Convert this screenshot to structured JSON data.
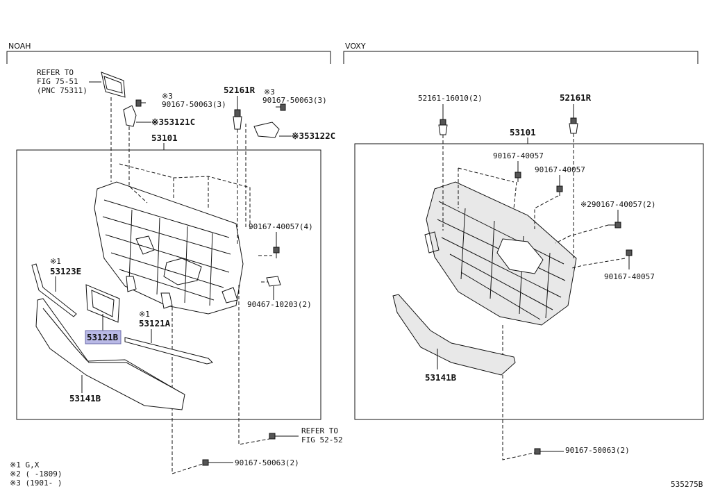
{
  "sections": {
    "noah": {
      "label": "NOAH"
    },
    "voxy": {
      "label": "VOXY"
    }
  },
  "noah": {
    "refer_top": [
      "REFER TO",
      "FIG 75-51",
      "(PNC 75311)"
    ],
    "note3_a": "※3",
    "bolt_a": "90167-50063(3)",
    "part_53121C": "※353121C",
    "clip_52161R": "52161R",
    "note3_b": "※3",
    "bolt_b": "90167-50063(3)",
    "part_53122C": "※353122C",
    "part_53101": "53101",
    "bolt_40057": "90167-40057(4)",
    "note1_a": "※1",
    "part_53123E": "53123E",
    "part_53121B": "53121B",
    "note1_b": "※1",
    "part_53121A": "53121A",
    "clip_10203": "90467-10203(2)",
    "part_53141B": "53141B",
    "refer_bottom": [
      "REFER TO",
      "FIG 52-52"
    ],
    "bolt_bottom": "90167-50063(2)"
  },
  "voxy": {
    "clip_16010": "52161-16010(2)",
    "clip_52161R": "52161R",
    "part_53101": "53101",
    "bolt_a": "90167-40057",
    "bolt_b": "90167-40057",
    "bolt_c": "※290167-40057(2)",
    "bolt_d": "90167-40057",
    "part_53141B": "53141B",
    "bolt_bottom": "90167-50063(2)"
  },
  "legend": {
    "line1": "※1  G,X",
    "line2": "※2 (     -1809)",
    "line3": "※3 (1901-     )"
  },
  "diagram_id": "535275B"
}
